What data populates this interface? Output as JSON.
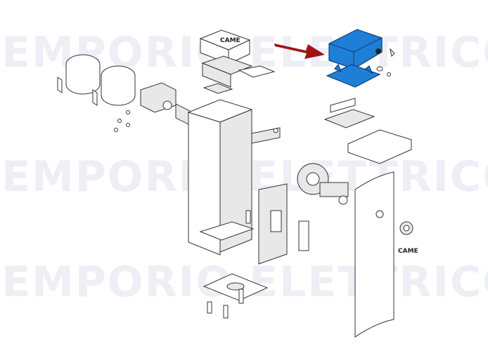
{
  "watermark": {
    "text": "EMPORIO ELETTRICO",
    "color": "#dfe3ee"
  },
  "logos": {
    "lid": "CAME",
    "column": "CAME"
  },
  "highlight": {
    "arrow_color": "#a01414",
    "part_color": "#1f7fd6",
    "part": "control-box-cover"
  }
}
